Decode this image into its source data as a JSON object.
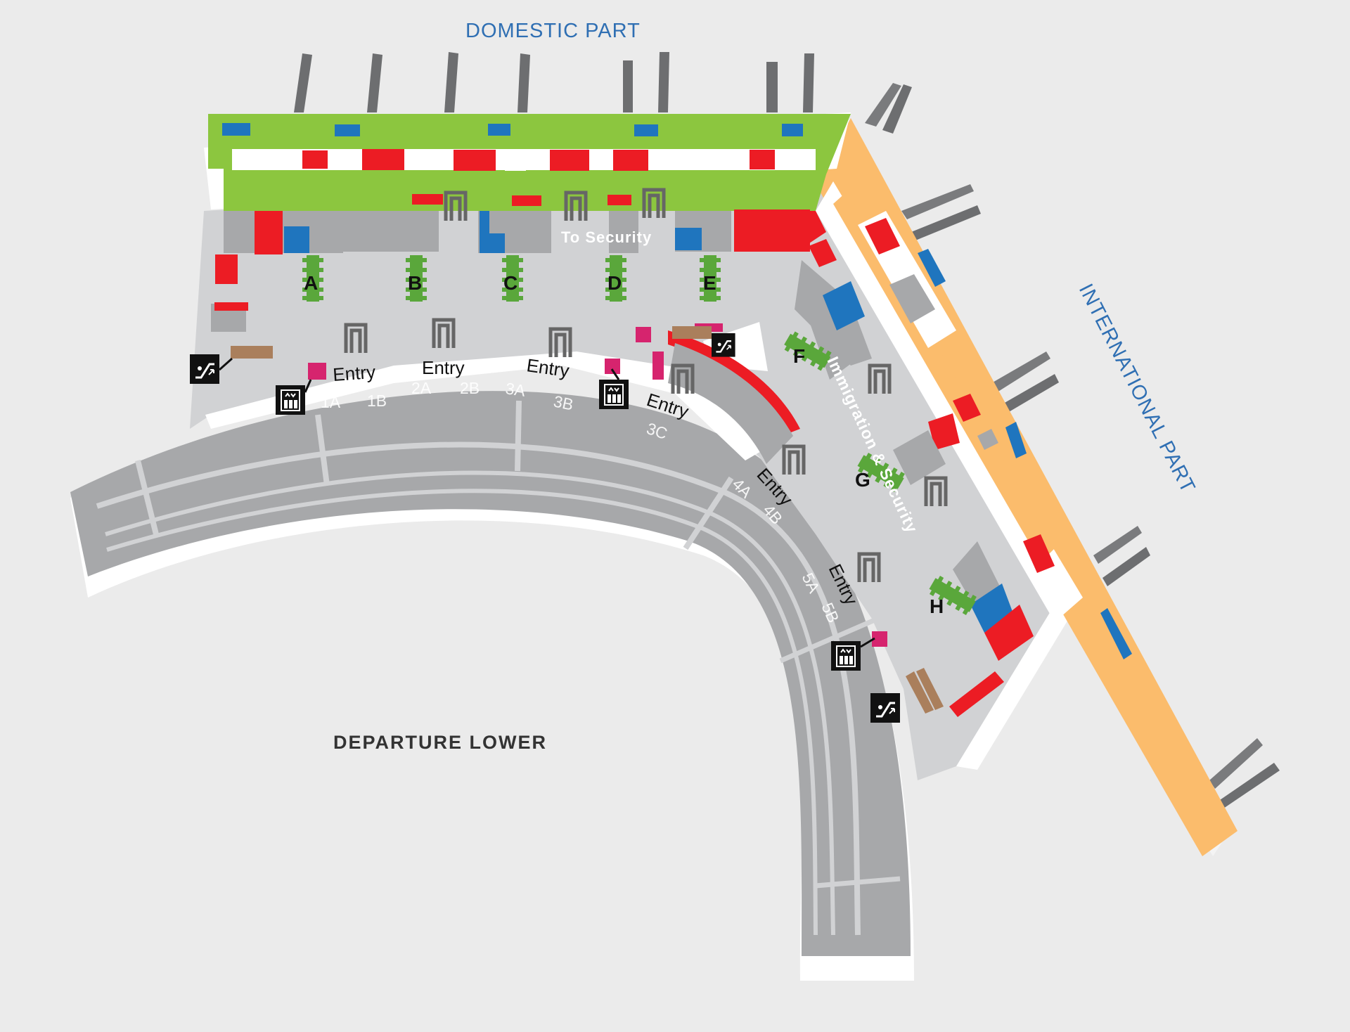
{
  "map": {
    "labels": {
      "domestic": "DOMESTIC PART",
      "international": "INTERNATIONAL PART",
      "departure": "DEPARTURE LOWER",
      "to_security": "To Security",
      "immigration": "Immigration & Security"
    },
    "entries": [
      "Entry",
      "Entry",
      "Entry",
      "Entry",
      "Entry",
      "Entry"
    ],
    "lanes": [
      "1A",
      "1B",
      "2A",
      "2B",
      "3A",
      "3B",
      "3C",
      "4A",
      "4B",
      "5A",
      "5B"
    ],
    "counters": [
      "A",
      "B",
      "C",
      "D",
      "E",
      "F",
      "G",
      "H"
    ],
    "icons": {
      "escalator": "escalator-icon",
      "elevator": "elevator-icon",
      "security_gate": "security-gate-icon",
      "check_in_counter": "check-in-counter-icon"
    },
    "colors": {
      "domestic_zone": "#8cc63f",
      "international_zone": "#fbbc6c",
      "shop": "#ec1c24",
      "service": "#1f75be",
      "pink_marker": "#d6246e",
      "road": "#a7a8aa",
      "hall": "#d1d2d4",
      "counter": "#5aa73b",
      "pier": "#6d6e70"
    }
  }
}
